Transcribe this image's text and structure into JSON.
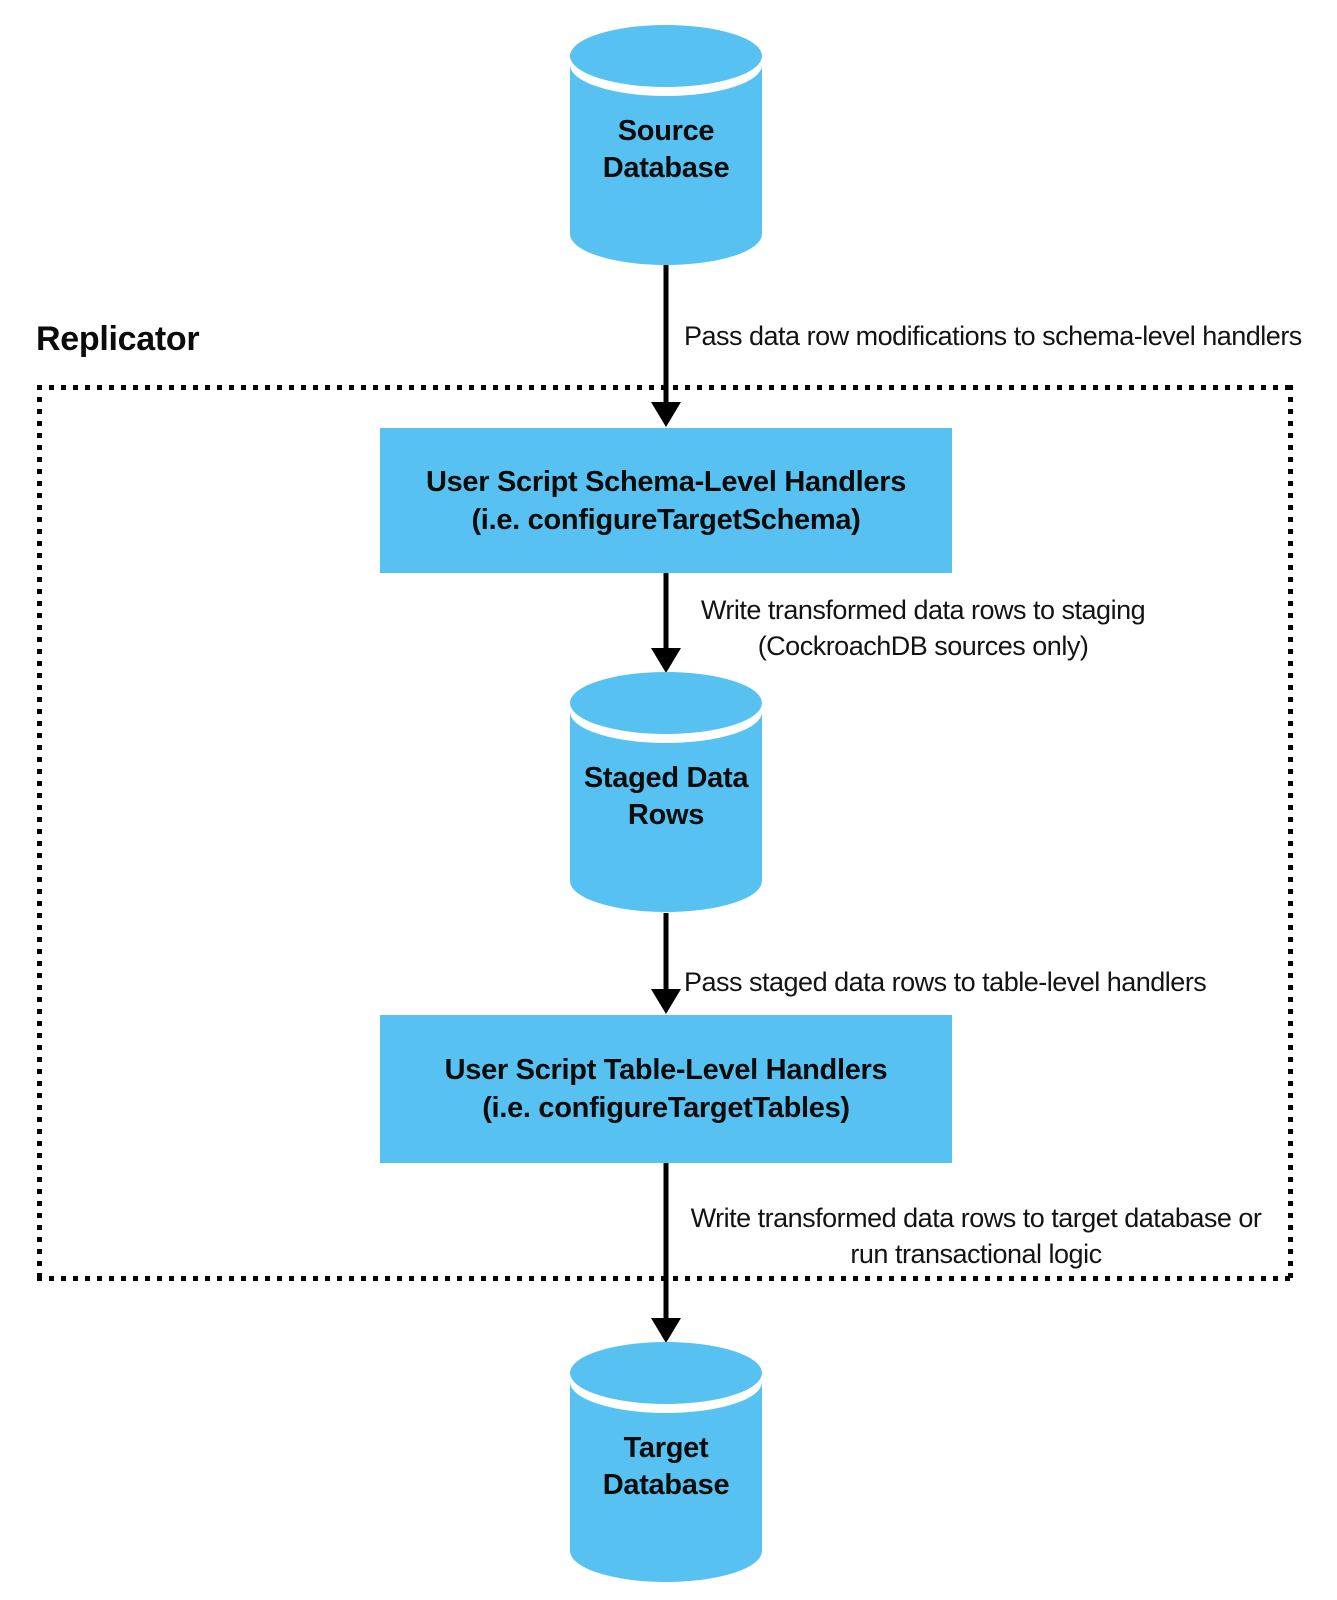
{
  "title": "Replicator",
  "colors": {
    "node_fill": "#57C2F1",
    "arrow": "#000000",
    "border": "#000000",
    "text": "#0c0c0c",
    "background": "#ffffff"
  },
  "nodes": {
    "source_db": {
      "type": "cylinder",
      "lines": [
        "Source",
        "Database"
      ]
    },
    "schema_handlers": {
      "type": "rect",
      "lines": [
        "User Script Schema-Level Handlers",
        "(i.e. configureTargetSchema)"
      ]
    },
    "staged_rows": {
      "type": "cylinder",
      "lines": [
        "Staged Data",
        "Rows"
      ]
    },
    "table_handlers": {
      "type": "rect",
      "lines": [
        "User Script Table-Level Handlers",
        "(i.e. configureTargetTables)"
      ]
    },
    "target_db": {
      "type": "cylinder",
      "lines": [
        "Target",
        "Database"
      ]
    }
  },
  "edges": {
    "source_to_schema": {
      "label_lines": [
        "Pass data row modifications to schema-level handlers"
      ]
    },
    "schema_to_staged": {
      "label_lines": [
        "Write transformed data rows to staging",
        "(CockroachDB sources only)"
      ]
    },
    "staged_to_table": {
      "label_lines": [
        "Pass staged data rows to table-level handlers"
      ]
    },
    "table_to_target": {
      "label_lines": [
        "Write transformed data rows to target database or",
        "run transactional logic"
      ]
    }
  }
}
